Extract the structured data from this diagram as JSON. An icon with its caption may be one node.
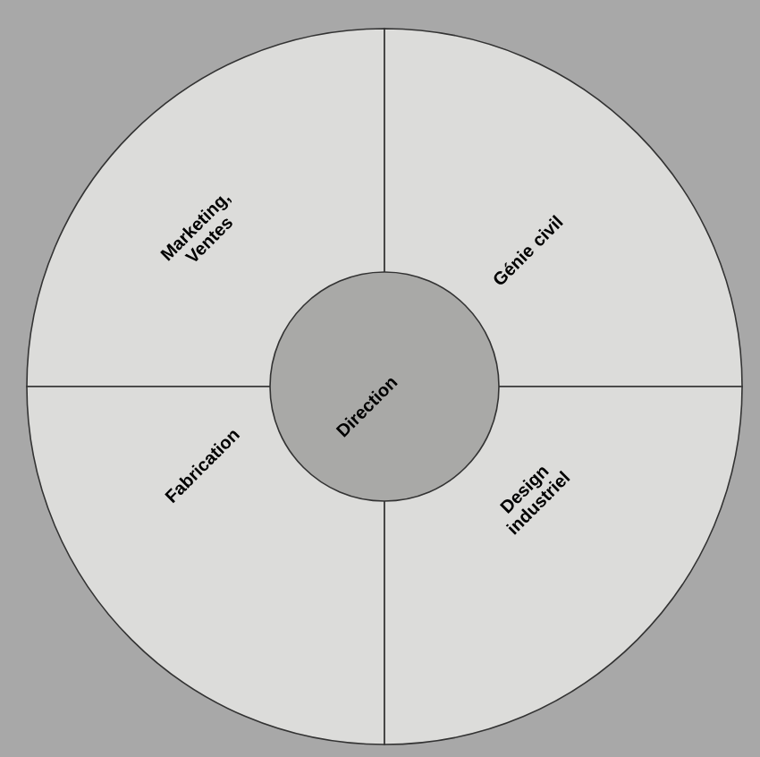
{
  "diagram": {
    "nodes": [
      {
        "text": [
          "Marketing, Ventes"
        ]
      },
      {
        "text": [
          "Génie civil"
        ]
      },
      {
        "text": [
          "Direction"
        ]
      },
      {
        "text": [
          "Fabrication"
        ]
      },
      {
        "text": [
          "Design industriel"
        ]
      }
    ]
  }
}
